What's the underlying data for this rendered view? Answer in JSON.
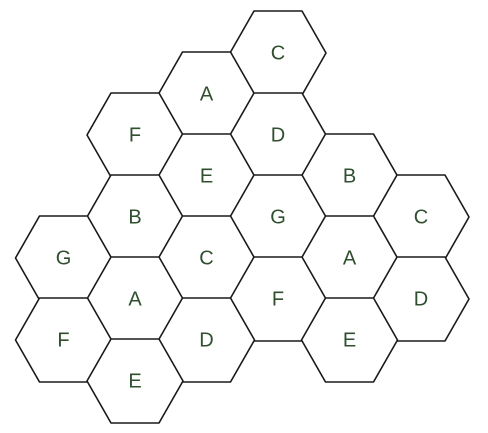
{
  "diagram": {
    "stroke_color": "#1a1a1a",
    "fill_color": "#ffffff",
    "label_color": "#2f4f2f",
    "cells": [
      {
        "label": "C",
        "row": 0,
        "col": 4
      },
      {
        "label": "A",
        "row": 1,
        "col": 3
      },
      {
        "label": "F",
        "row": 2,
        "col": 2
      },
      {
        "label": "D",
        "row": 2,
        "col": 4
      },
      {
        "label": "E",
        "row": 3,
        "col": 3
      },
      {
        "label": "B",
        "row": 3,
        "col": 5
      },
      {
        "label": "B",
        "row": 4,
        "col": 2
      },
      {
        "label": "G",
        "row": 4,
        "col": 4
      },
      {
        "label": "C",
        "row": 4,
        "col": 6
      },
      {
        "label": "G",
        "row": 5,
        "col": 1
      },
      {
        "label": "C",
        "row": 5,
        "col": 3
      },
      {
        "label": "A",
        "row": 5,
        "col": 5
      },
      {
        "label": "A",
        "row": 6,
        "col": 2
      },
      {
        "label": "F",
        "row": 6,
        "col": 4
      },
      {
        "label": "D",
        "row": 6,
        "col": 6
      },
      {
        "label": "F",
        "row": 7,
        "col": 1
      },
      {
        "label": "D",
        "row": 7,
        "col": 3
      },
      {
        "label": "E",
        "row": 7,
        "col": 5
      },
      {
        "label": "E",
        "row": 8,
        "col": 2
      }
    ]
  }
}
